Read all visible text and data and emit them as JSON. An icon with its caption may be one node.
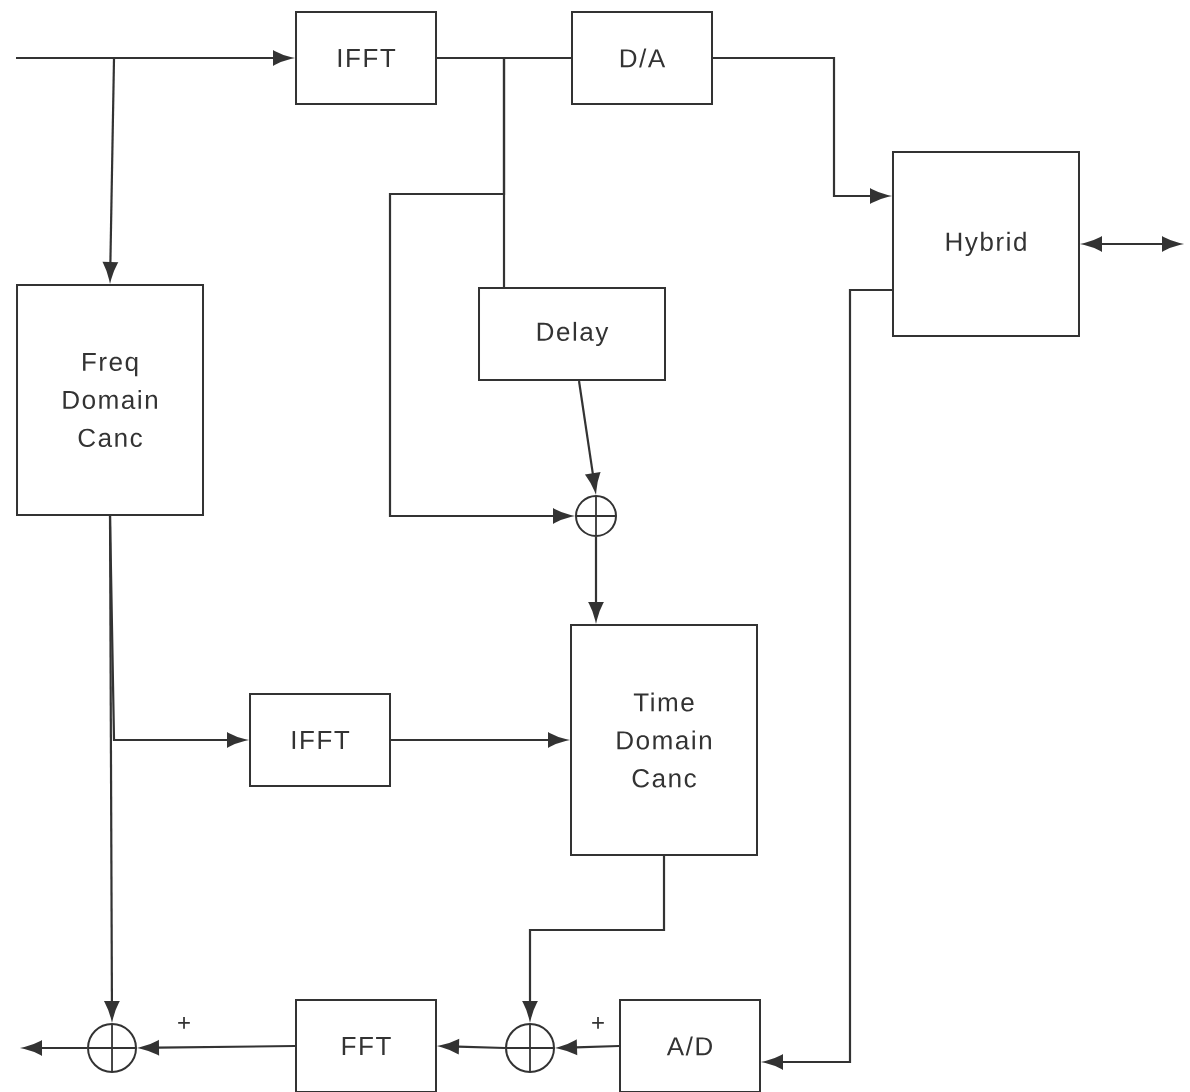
{
  "diagram": {
    "nodes": [
      {
        "text": [
          "IFFT"
        ]
      },
      {
        "text": [
          "D/A"
        ]
      },
      {
        "text": [
          "Hybrid"
        ]
      },
      {
        "text": [
          "Freq Domain Canc"
        ]
      },
      {
        "text": [
          "Delay"
        ]
      },
      {
        "text": [],
        "shape": "circle"
      },
      {
        "text": [
          "IFFT"
        ]
      },
      {
        "text": [
          "Time Domain Canc"
        ]
      },
      {
        "text": [],
        "shape": "circle"
      },
      {
        "text": [
          "FFT"
        ]
      },
      {
        "text": [],
        "shape": "circle"
      },
      {
        "text": [
          "A/D"
        ]
      }
    ],
    "edges": [
      {
        "from": null,
        "to": 0,
        "arrow": "to"
      },
      {
        "from": null,
        "to": 3,
        "arrow": "to"
      },
      {
        "from": 0,
        "to": 1,
        "arrow": "none"
      },
      {
        "from": 0,
        "to": 4,
        "arrow": "none"
      },
      {
        "from": 0,
        "to": 5,
        "arrow": "to"
      },
      {
        "from": 1,
        "to": 2,
        "arrow": "to"
      },
      {
        "from": 2,
        "to": null,
        "arrow": "both"
      },
      {
        "from": 2,
        "to": 11,
        "arrow": "to"
      },
      {
        "from": 4,
        "to": 5,
        "arrow": "to"
      },
      {
        "from": 5,
        "to": 7,
        "arrow": "to"
      },
      {
        "from": 3,
        "to": 8,
        "arrow": "to"
      },
      {
        "from": 3,
        "to": 6,
        "arrow": "to"
      },
      {
        "from": 6,
        "to": 7,
        "arrow": "to"
      },
      {
        "from": 7,
        "to": 10,
        "arrow": "to"
      },
      {
        "from": 11,
        "to": 10,
        "arrow": "to",
        "label": "+"
      },
      {
        "from": 10,
        "to": 9,
        "arrow": "to"
      },
      {
        "from": 9,
        "to": 8,
        "arrow": "to",
        "label": "+"
      },
      {
        "from": 8,
        "to": null,
        "arrow": "to"
      }
    ]
  }
}
